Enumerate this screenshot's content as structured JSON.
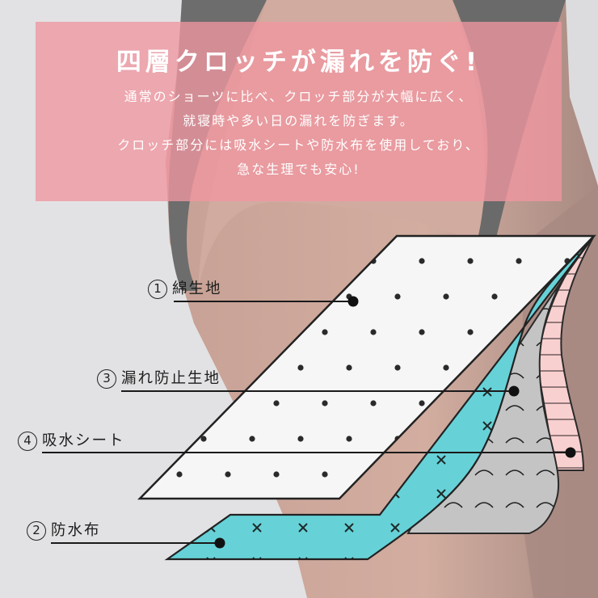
{
  "promo": {
    "title": "四層クロッチが漏れを防ぐ!",
    "body_lines": [
      "通常のショーツに比べ、クロッチ部分が大幅に広く、",
      "就寝時や多い日の漏れを防ぎます。",
      "クロッチ部分には吸水シートや防水布を使用しており、",
      "急な生理でも安心!"
    ],
    "box_color": "#f0a0a8"
  },
  "layers": [
    {
      "number": "1",
      "name": "綿生地",
      "color": "#f6f6f6",
      "pattern": "dots"
    },
    {
      "number": "3",
      "name": "漏れ防止生地",
      "color": "#f9d0d0",
      "pattern": "horizontal-stripes"
    },
    {
      "number": "4",
      "name": "吸水シート",
      "color": "#c4c4c4",
      "pattern": "arcs"
    },
    {
      "number": "2",
      "name": "防水布",
      "color": "#66d2d8",
      "pattern": "crosses"
    }
  ],
  "colors": {
    "background": "#e3e3e5",
    "skin": "#c9a497",
    "garment": "#6a6a6a",
    "teal": "#66d2d8",
    "pink_stripe": "#f9d0d0",
    "gray_layer": "#c4c4c4",
    "white_layer": "#f6f6f6"
  }
}
